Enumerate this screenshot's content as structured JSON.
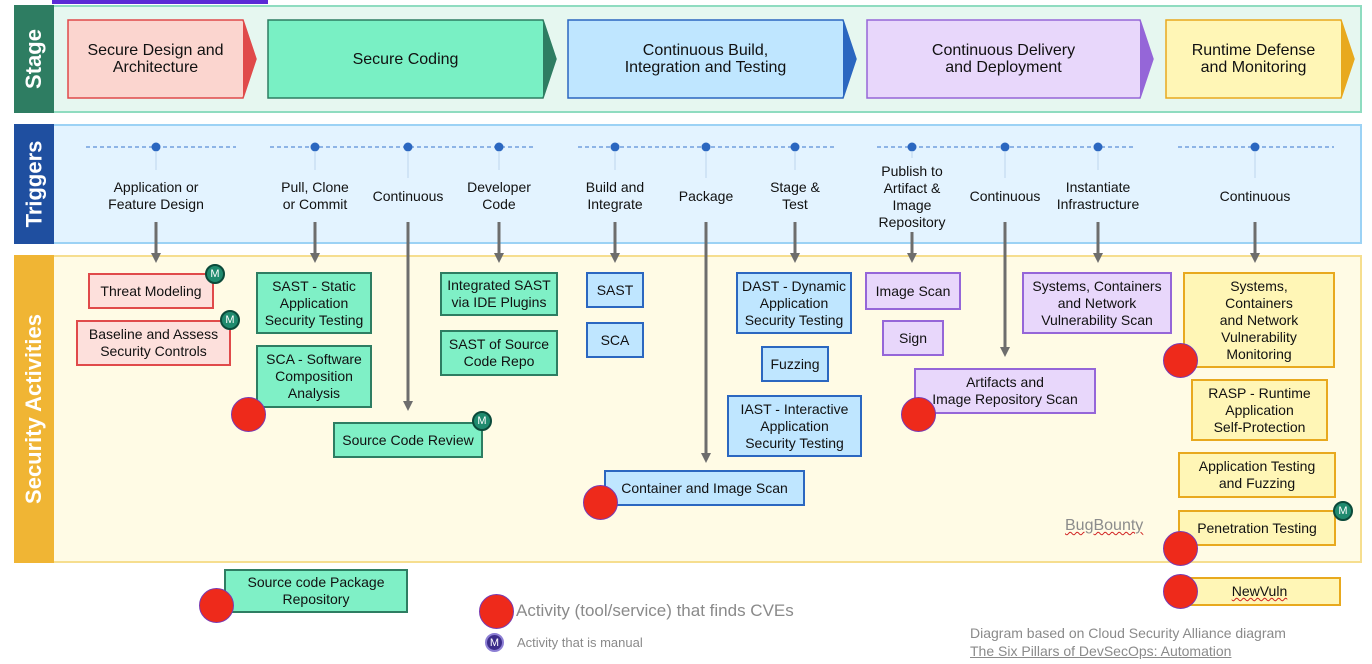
{
  "bands": {
    "stage": "Stage",
    "triggers": "Triggers",
    "activities": "Security Activities"
  },
  "stages": [
    {
      "label": "Secure Design and\nArchitecture"
    },
    {
      "label": "Secure Coding"
    },
    {
      "label": "Continuous Build,\nIntegration and Testing"
    },
    {
      "label": "Continuous Delivery\nand Deployment"
    },
    {
      "label": "Runtime Defense\nand Monitoring"
    }
  ],
  "triggers": [
    "Application or\nFeature Design",
    "Pull, Clone\nor Commit",
    "Continuous",
    "Developer\nCode",
    "Build and\nIntegrate",
    "Package",
    "Stage &\nTest",
    "Publish to\nArtifact &\nImage\nRepository",
    "Continuous",
    "Instantiate\nInfrastructure",
    "Continuous"
  ],
  "activities": {
    "threat_modeling": "Threat Modeling",
    "baseline": "Baseline and Assess\nSecurity Controls",
    "sast_static": "SAST - Static\nApplication\nSecurity Testing",
    "sca_software": "SCA - Software\nComposition\nAnalysis",
    "source_code_review": "Source Code Review",
    "integrated_sast": "Integrated SAST\nvia IDE Plugins",
    "sast_repo": "SAST of Source\nCode Repo",
    "sast": "SAST",
    "sca": "SCA",
    "container_scan": "Container and Image Scan",
    "dast": "DAST - Dynamic\nApplication\nSecurity Testing",
    "fuzzing": "Fuzzing",
    "iast": "IAST - Interactive\nApplication\nSecurity Testing",
    "image_scan": "Image Scan",
    "sign": "Sign",
    "artifacts_scan": "Artifacts and\nImage Repository Scan",
    "systems_vuln_scan": "Systems, Containers\nand Network\nVulnerability Scan",
    "systems_monitoring": "Systems,\nContainers\nand Network\nVulnerability\nMonitoring",
    "rasp": "RASP - Runtime\nApplication\nSelf-Protection",
    "app_testing_fuzzing": "Application Testing\nand Fuzzing",
    "pen_testing": "Penetration Testing",
    "bugbounty": "BugBounty",
    "newvuln": "NewVuln",
    "source_package_repo": "Source code Package\nRepository"
  },
  "badge_letter": "M",
  "legend": {
    "cve": "Activity (tool/service) that finds CVEs",
    "manual": "Activity that is manual"
  },
  "credit": {
    "line1": "Diagram based on Cloud Security Alliance diagram",
    "link": "The Six Pillars of DevSecOps: Automation"
  },
  "colors": {
    "band_green": "#2e7d62",
    "band_blue": "#1f4fa0",
    "band_yellow": "#f0b534",
    "red_marker": "#ee2a1b",
    "manual_badge": "#1f8a6e"
  }
}
